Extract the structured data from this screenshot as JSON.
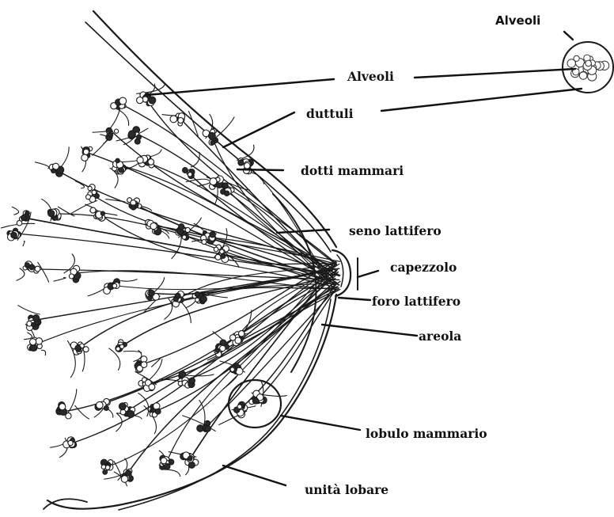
{
  "labels": {
    "alveoli_top": "Alveoli",
    "alveoli": "Alveoli",
    "duttuli": "duttuli",
    "dotti_mammari": "dotti mammari",
    "seno_lattifero": "seno lattifero",
    "capezzolo": "capezzolo",
    "foro_lattifero": "foro lattifero",
    "areola": "areola",
    "lobulo_mammario": "lobulo mammario",
    "unita_lobare": "unità lobare"
  }
}
